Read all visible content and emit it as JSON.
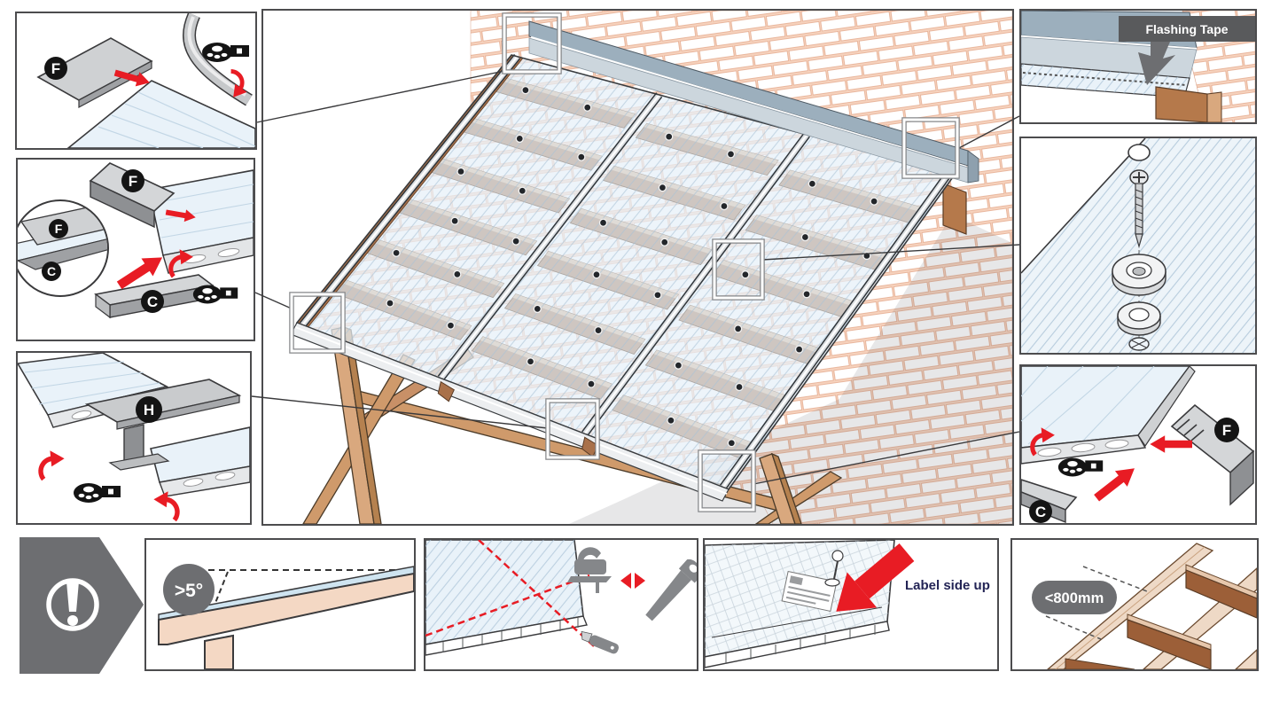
{
  "page": {
    "background": "#ffffff",
    "kind": "canopy-roof-assembly-instruction-sheet"
  },
  "labels": {
    "profile_f": "F",
    "profile_c": "C",
    "profile_h": "H"
  },
  "annotations": {
    "flashing_tape": "Flashing Tape",
    "label_side_up": "Label side up",
    "min_slope": ">5°",
    "max_rafter_spacing": "<800mm",
    "warning_mark": "!"
  },
  "colors": {
    "accent_red": "#e81c24",
    "badge_gray": "#6d6e71",
    "callout_gray": "#595a5c",
    "wood": "#b5794b",
    "flashing": "#ccd6dd",
    "polycarbonate": "#e9f2f9",
    "brick_mortar": "#f2c9b2",
    "label_text_navy": "#232455"
  }
}
